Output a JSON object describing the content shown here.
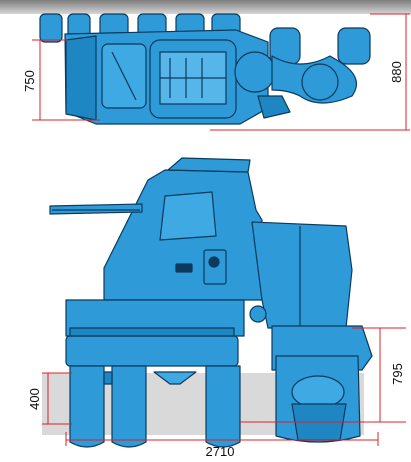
{
  "dimensions": {
    "top_view_width": "750",
    "top_view_height": "880",
    "side_view_height": "795",
    "ground_clearance": "400",
    "overall_length": "2710"
  },
  "colors": {
    "machine_blue": "#2e9ad8",
    "machine_outline": "#0b3a5e",
    "dimension_red": "#d8232a",
    "ceiling_grey": "#9a9a9a",
    "ground_grey": "#d9d9d9"
  }
}
